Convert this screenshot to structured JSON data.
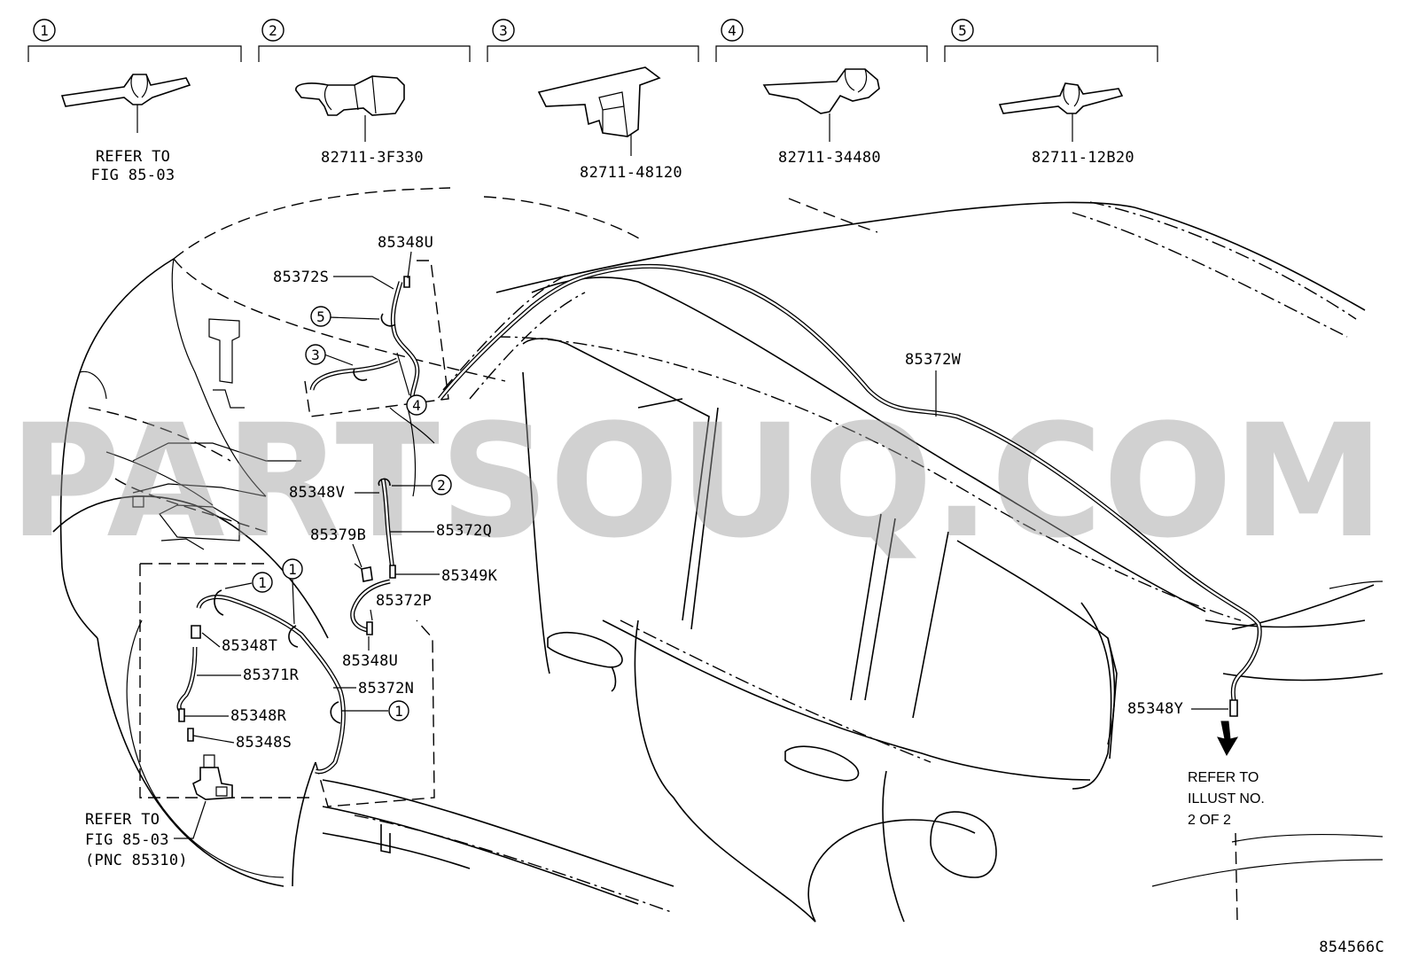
{
  "watermark": "PARTSOUQ.COM",
  "figure_code": "854566C",
  "clip_callouts": [
    {
      "number": "1",
      "part": "REFER TO",
      "part2": "FIG 85-03"
    },
    {
      "number": "2",
      "part": "82711-3F330"
    },
    {
      "number": "3",
      "part": "82711-48120"
    },
    {
      "number": "4",
      "part": "82711-34480"
    },
    {
      "number": "5",
      "part": "82711-12B20"
    }
  ],
  "part_labels": {
    "p85348U_top": "85348U",
    "p85372S": "85372S",
    "p85372W": "85372W",
    "p85348V": "85348V",
    "p85372Q": "85372Q",
    "p85379B": "85379B",
    "p85349K": "85349K",
    "p85372P": "85372P",
    "p85348U_mid": "85348U",
    "p85348T": "85348T",
    "p85371R": "85371R",
    "p85372N": "85372N",
    "p85348R": "85348R",
    "p85348S": "85348S",
    "p85348Y": "85348Y"
  },
  "clip_markers": [
    "5",
    "3",
    "4",
    "2",
    "1",
    "1",
    "1"
  ],
  "notes": {
    "pump_ref_1": "REFER TO",
    "pump_ref_2": "FIG 85-03",
    "pump_ref_3": "(PNC 85310)",
    "illust_ref_1": "REFER TO",
    "illust_ref_2": "ILLUST NO.",
    "illust_ref_3": "2 OF 2"
  }
}
